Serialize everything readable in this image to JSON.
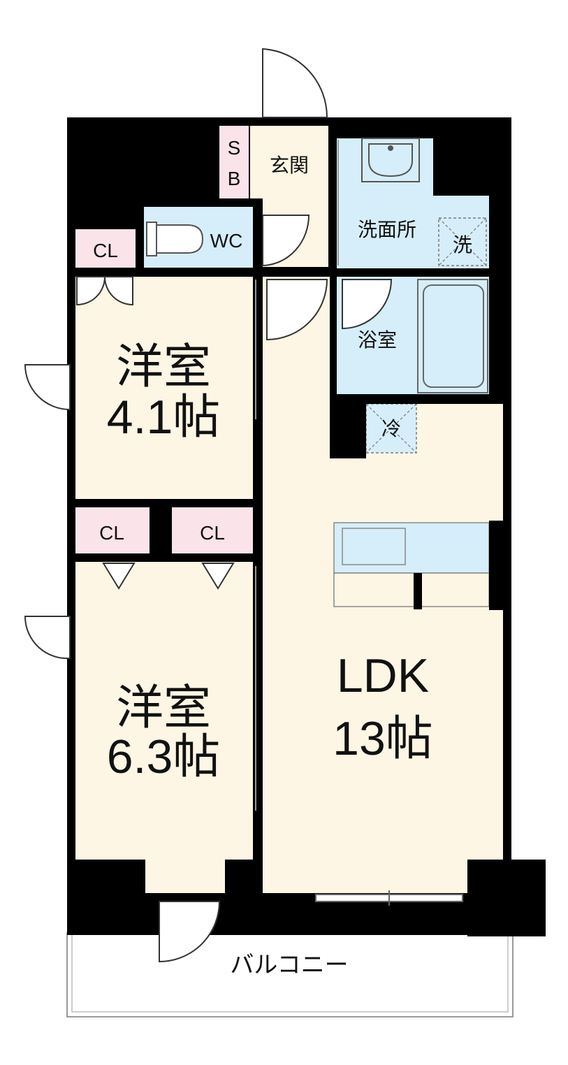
{
  "rooms": {
    "entrance": {
      "label": "玄関"
    },
    "shoe_box": {
      "label_top": "S",
      "label_bottom": "B"
    },
    "toilet": {
      "label": "WC"
    },
    "washroom": {
      "label": "洗面所"
    },
    "washer": {
      "label": "洗"
    },
    "bath": {
      "label": "浴室"
    },
    "fridge": {
      "label": "冷"
    },
    "closet_top": {
      "label": "CL"
    },
    "western_room_1": {
      "name": "洋室",
      "size": "4.1帖"
    },
    "closet_mid_left": {
      "label": "CL"
    },
    "closet_mid_right": {
      "label": "CL"
    },
    "western_room_2": {
      "name": "洋室",
      "size": "6.3帖"
    },
    "ldk": {
      "name": "LDK",
      "size": "13帖"
    },
    "balcony": {
      "label": "バルコニー"
    }
  },
  "colors": {
    "wall": "#000000",
    "living": "#fdf6e4",
    "water": "#d6eefa",
    "closet": "#fbe3ea",
    "balcony": "#ffffff"
  }
}
